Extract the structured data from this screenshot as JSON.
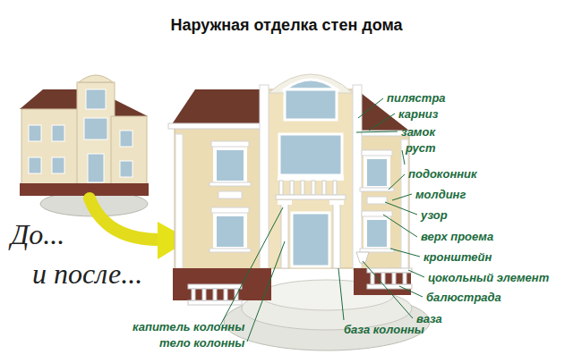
{
  "diagram": {
    "title": "Наружная отделка стен дома",
    "labels": [
      "До...",
      "и после...",
      "пилястра",
      "карниз",
      "замок",
      "руст",
      "подоконник",
      "молдинг",
      "узор",
      "верх проема",
      "кронштейн",
      "цокольный элемент",
      "балюстрада",
      "ваза",
      "капитель колонны",
      "тело колонны",
      "база колонны"
    ]
  }
}
